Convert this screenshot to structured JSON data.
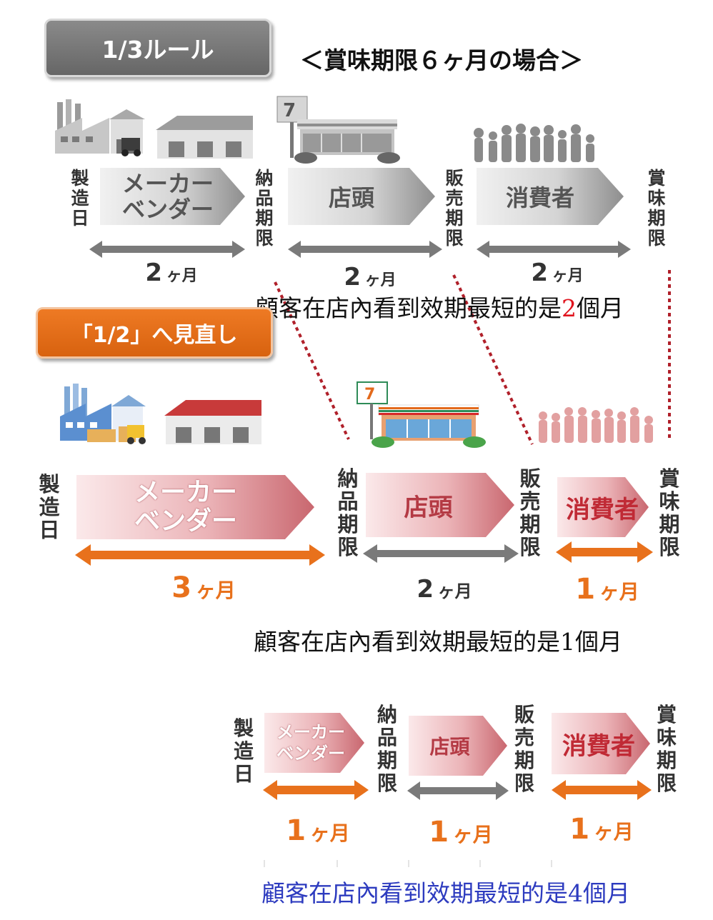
{
  "header": {
    "rule_label": "1/3ルール",
    "case_title": "＜賞味期限６ヶ月の場合＞",
    "revise_label": "「1/2」へ見直し"
  },
  "labels": {
    "manufacture_date": "製造日",
    "delivery_deadline": "納品期限",
    "sales_deadline": "販売期限",
    "best_before": "賞味期限"
  },
  "stages": {
    "maker": "メーカー ベンダー",
    "store": "店頭",
    "consumer": "消費者"
  },
  "section1": {
    "periods": [
      {
        "num": "2",
        "unit": "ヶ月"
      },
      {
        "num": "2",
        "unit": "ヶ月"
      },
      {
        "num": "2",
        "unit": "ヶ月"
      }
    ],
    "note_prefix": "顧客在店內看到效期最短的是",
    "note_number": "2",
    "note_suffix": "個月"
  },
  "section2": {
    "periods": [
      {
        "num": "3",
        "unit": "ヶ月"
      },
      {
        "num": "2",
        "unit": "ヶ月"
      },
      {
        "num": "1",
        "unit": "ヶ月"
      }
    ],
    "note": "顧客在店內看到效期最短的是1個月"
  },
  "section3": {
    "periods": [
      {
        "num": "1",
        "unit": "ヶ月"
      },
      {
        "num": "1",
        "unit": "ヶ月"
      },
      {
        "num": "1",
        "unit": "ヶ月"
      }
    ],
    "note": "顧客在店內看到效期最短的是4個月"
  },
  "colors": {
    "gray_arrow": "#7a7a7a",
    "orange": "#e8711c",
    "pink_stage": "#d9868c",
    "red_dotted": "#b0202a",
    "note_blue": "#2d3bbf",
    "note_red": "#e0141e"
  },
  "icons": [
    "factory-icon",
    "warehouse-icon",
    "convenience-store-icon",
    "crowd-icon"
  ]
}
